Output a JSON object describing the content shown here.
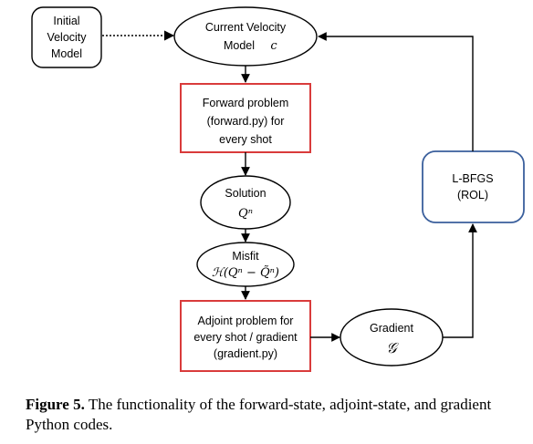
{
  "diagram": {
    "initial_velocity_model": {
      "lines": [
        "Initial",
        "Velocity",
        "Model"
      ]
    },
    "current_velocity_model": {
      "line1": "Current Velocity",
      "line2": "Model",
      "symbol": "c"
    },
    "forward_problem": {
      "lines": [
        "Forward problem",
        "(forward.py) for",
        "every shot"
      ]
    },
    "solution": {
      "label": "Solution",
      "symbol": "Qⁿ"
    },
    "misfit": {
      "label": "Misfit",
      "formula": "ℋ(Qⁿ − Q̃ⁿ)"
    },
    "adjoint_problem": {
      "lines": [
        "Adjoint problem for",
        "every shot / gradient",
        "(gradient.py)"
      ]
    },
    "gradient": {
      "label": "Gradient",
      "symbol": "𝒢"
    },
    "lbfgs": {
      "lines": [
        "L-BFGS",
        "(ROL)"
      ]
    }
  },
  "caption": {
    "figure_label": "Figure 5.",
    "text": "The functionality of the forward-state, adjoint-state, and gradient Python codes."
  },
  "colors": {
    "red_box": "#d93b3b",
    "blue_box": "#3a5f9c",
    "line": "#000000"
  }
}
